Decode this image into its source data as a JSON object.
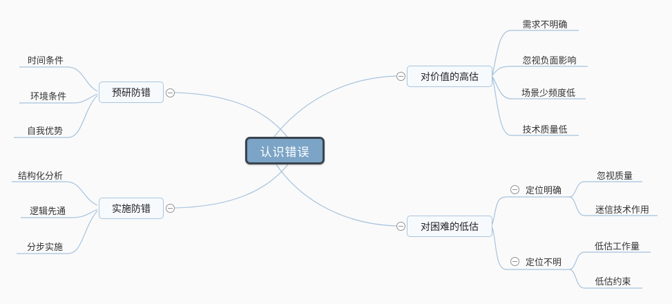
{
  "colors": {
    "background": "#fafafa",
    "root_fill": "#7ba4c6",
    "root_border": "#3a444e",
    "root_text": "#ffffff",
    "topic_fill": "#f6fafd",
    "topic_border": "#a9c4dd",
    "branch_line": "#a5c2de",
    "collapse_icon": "#8f8f8f",
    "text": "#333333"
  },
  "root": {
    "label": "认识错误"
  },
  "left": {
    "top": {
      "label": "预研防错",
      "children": [
        "时间条件",
        "环境条件",
        "自我优势"
      ]
    },
    "bottom": {
      "label": "实施防错",
      "children": [
        "结构化分析",
        "逻辑先通",
        "分步实施"
      ]
    }
  },
  "right": {
    "top": {
      "label": "对价值的高估",
      "children": [
        "需求不明确",
        "忽视负面影响",
        "场景少频度低",
        "技术质量低"
      ]
    },
    "bottom": {
      "label": "对困难的低估",
      "children": [
        {
          "label": "定位明确",
          "children": [
            "忽视质量",
            "迷信技术作用"
          ]
        },
        {
          "label": "定位不明",
          "children": [
            "低估工作量",
            "低估约束"
          ]
        }
      ]
    }
  }
}
